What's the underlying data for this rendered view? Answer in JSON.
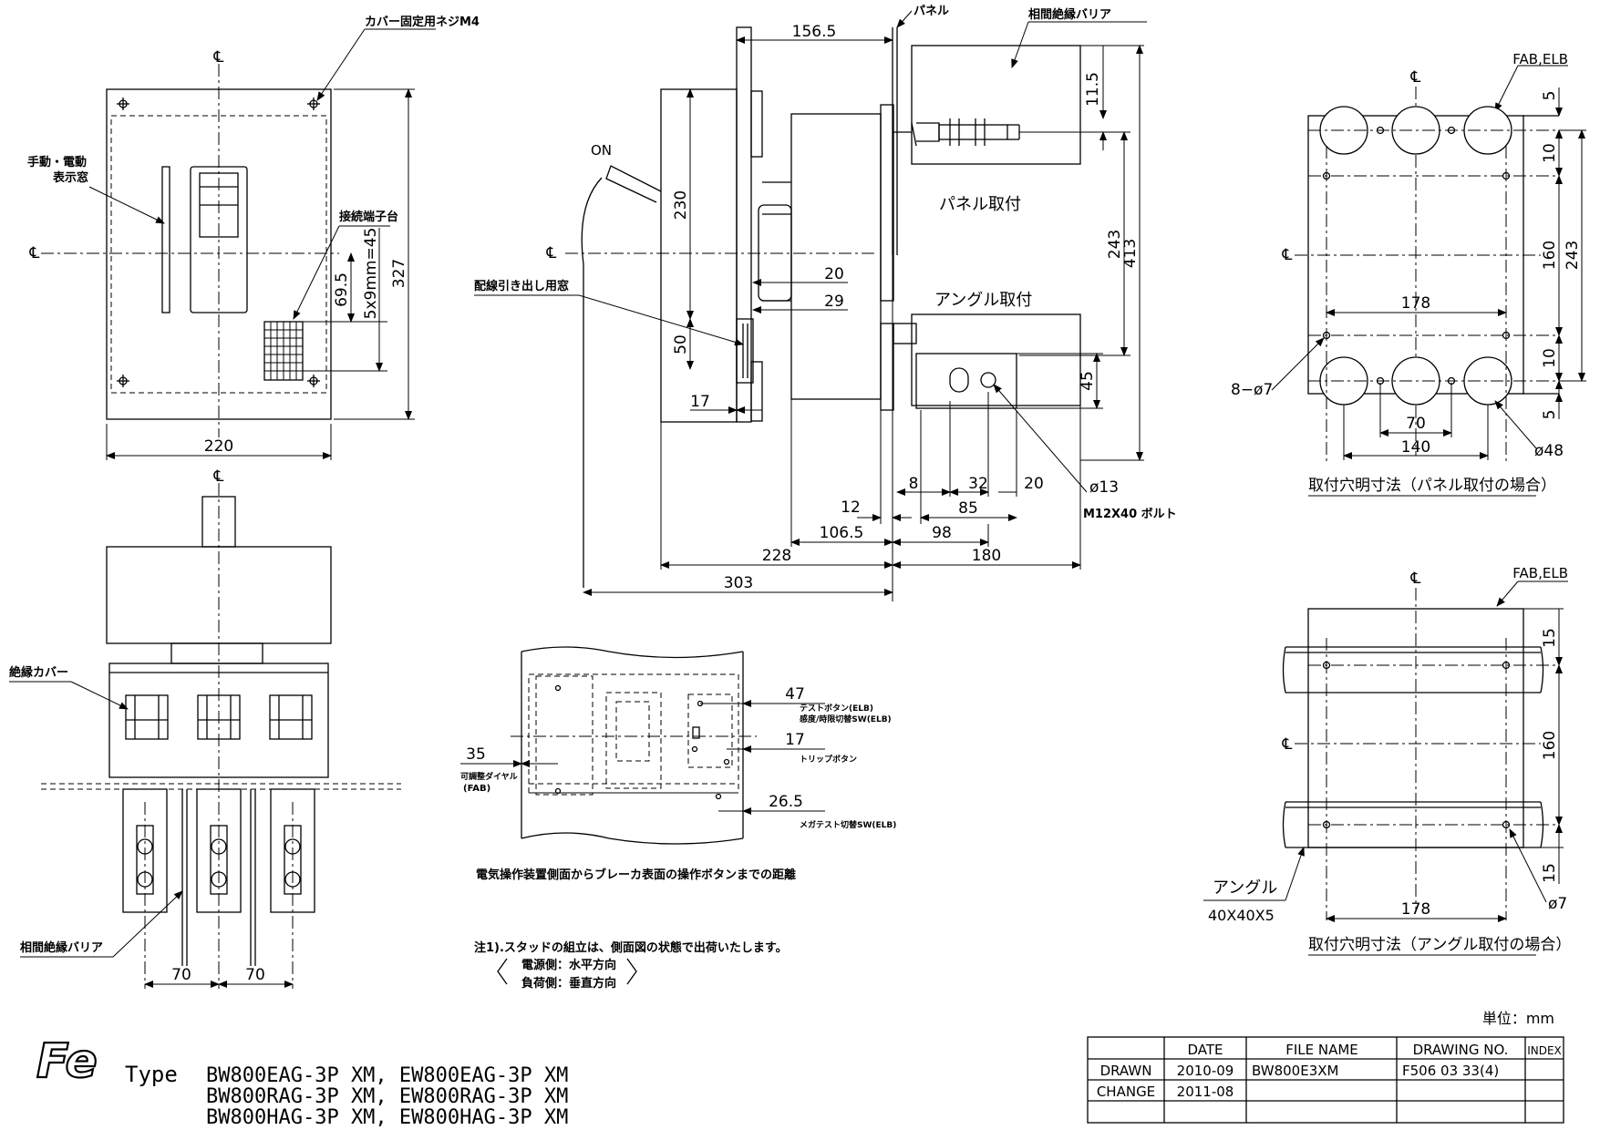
{
  "centerline": "℄",
  "front_view": {
    "label_cover_screw": "カバー固定用ネジM4",
    "label_indicator_line1": "手動・電動",
    "label_indicator_line2": "表示窓",
    "label_terminal_block": "接続端子台",
    "dim_width": "220",
    "dim_height": "327",
    "dim_695": "69.5",
    "dim_pitch": "5x9mm=45"
  },
  "side_view": {
    "label_on": "ON",
    "label_panel": "パネル",
    "label_barrier": "相間絶縁バリア",
    "label_panel_mount": "パネル取付",
    "label_angle_mount": "アングル取付",
    "label_wiring_window": "配線引き出し用窓",
    "label_bolt_hole": "ø13",
    "label_bolt": "M12X40 ボルト",
    "dims": {
      "d1565": "156.5",
      "d230": "230",
      "d20": "20",
      "d29": "29",
      "d50": "50",
      "d17": "17",
      "d115": "11.5",
      "d243": "243",
      "d413": "413",
      "d45": "45",
      "d8": "8",
      "d32": "32",
      "d20b": "20",
      "d85": "85",
      "d12": "12",
      "d1065": "106.5",
      "d98": "98",
      "d228": "228",
      "d180": "180",
      "d303": "303"
    }
  },
  "bottom_view": {
    "label_insulation_cover": "絶縁カバー",
    "label_barrier": "相間絶縁バリア",
    "dim_70a": "70",
    "dim_70b": "70"
  },
  "operation_detail": {
    "dim_47": "47",
    "label_test_button": "テストボタン(ELB)",
    "label_sensitivity_sw": "感度/時限切替SW(ELB)",
    "dim_17": "17",
    "label_trip_button": "トリップボタン",
    "dim_35": "35",
    "label_dial_line1": "可調整ダイヤル",
    "label_dial_line2": "(FAB)",
    "dim_265": "26.5",
    "label_mega_test": "メガテスト切替SW(ELB)",
    "caption": "電気操作装置側面からブレーカ表面の操作ボタンまでの距離"
  },
  "notes": {
    "note1": "注1).スタッドの組立は、側面図の状態で出荷いたします。",
    "line_power": "電源側：水平方向",
    "line_load": "負荷側：垂直方向"
  },
  "panel_holes": {
    "label_type": "FAB,ELB",
    "dim_5a": "5",
    "dim_10a": "10",
    "dim_160": "160",
    "dim_243": "243",
    "dim_10b": "10",
    "dim_5b": "5",
    "dim_178": "178",
    "dim_70": "70",
    "dim_140": "140",
    "label_holes": "8−ø7",
    "label_dia48": "ø48",
    "caption": "取付穴明寸法（パネル取付の場合）"
  },
  "angle_holes": {
    "label_type": "FAB,ELB",
    "dim_15a": "15",
    "dim_160": "160",
    "dim_15b": "15",
    "dim_178": "178",
    "label_angle": "アングル",
    "label_angle_size": "40X40X5",
    "label_dia7": "ø7",
    "caption": "取付穴明寸法（アングル取付の場合）"
  },
  "unit_label": "単位：mm",
  "title_block": {
    "head_date": "DATE",
    "head_file": "FILE NAME",
    "head_drawing": "DRAWING NO.",
    "head_index": "INDEX",
    "row1_label": "DRAWN",
    "row1_date": "2010-09",
    "row1_file": "BW800E3XM",
    "row1_drawing": "F506 03 33(4)",
    "row2_label": "CHANGE",
    "row2_date": "2011-08"
  },
  "logo_text": "Fe",
  "type_label": "Type",
  "type_line1": "BW800EAG-3P XM, EW800EAG-3P XM",
  "type_line2": "BW800RAG-3P XM, EW800RAG-3P XM",
  "type_line3": "BW800HAG-3P XM, EW800HAG-3P XM"
}
